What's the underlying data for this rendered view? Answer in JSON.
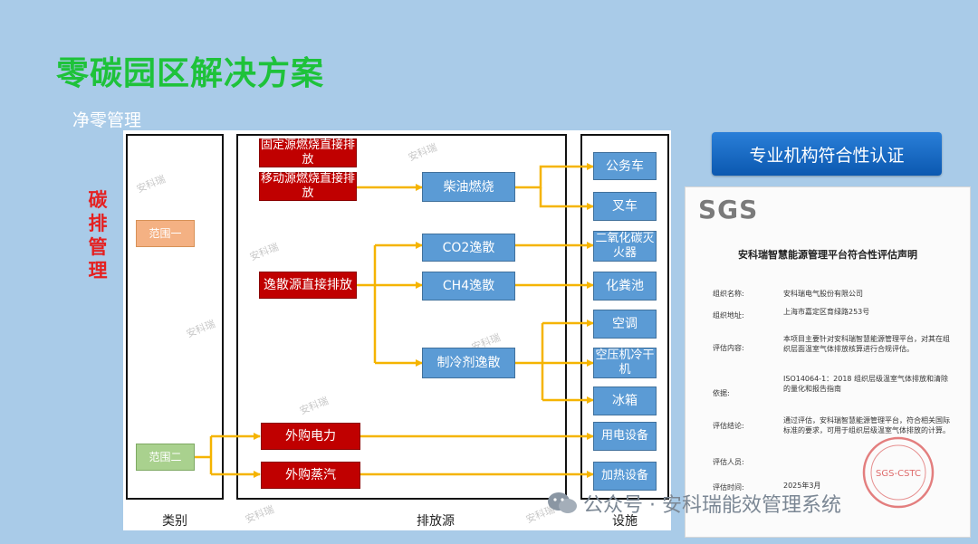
{
  "title": "零碳园区解决方案",
  "subtitle": "净零管理",
  "side_label": [
    "碳",
    "排",
    "管",
    "理"
  ],
  "scopes": {
    "scope1": "范围一",
    "scope2": "范围二"
  },
  "sources": {
    "fixed": "固定源燃烧直接排放",
    "mobile": "移动源燃烧直接排放",
    "fugitive": "逸散源直接排放",
    "purchased_power": "外购电力",
    "purchased_steam": "外购蒸汽"
  },
  "processes": {
    "diesel": "柴油燃烧",
    "co2": "CO2逸散",
    "ch4": "CH4逸散",
    "refrigerant": "制冷剂逸散"
  },
  "facilities": {
    "official_car": "公务车",
    "forklift": "叉车",
    "extinguisher": "二氧化碳灭火器",
    "septic": "化粪池",
    "ac": "空调",
    "dryer": "空压机冷干机",
    "fridge": "冰箱",
    "power_equipment": "用电设备",
    "heating_equipment": "加热设备"
  },
  "footer": {
    "category": "类别",
    "source": "排放源",
    "facility": "设施"
  },
  "watermark": "安科瑞",
  "cert": {
    "title": "专业机构符合性认证",
    "logo": "SGS",
    "doc_title": "安科瑞智慧能源管理平台符合性评估声明",
    "org_label": "组织名称:",
    "org_value": "安科瑞电气股份有限公司",
    "addr_label": "组织地址:",
    "addr_value": "上海市嘉定区育绿路253号",
    "content_label": "评估内容:",
    "content_value": "本项目主要针对安科瑞智慧能源管理平台，对其在组织层面温室气体排放核算进行合规评估。",
    "basis_label": "依据:",
    "basis_value": "ISO14064-1：2018 组织层级温室气体排放和清除的量化和报告指南",
    "conclusion_label": "评估结论:",
    "conclusion_value": "通过评估，安科瑞智慧能源管理平台，符合相关国际标准的要求，可用于组织层级温室气体排放的计算。",
    "assessor_label": "评估人员:",
    "time_label": "评估时间:",
    "time_value": "2025年3月",
    "stamp_text": "SGS-CSTC"
  },
  "wechat_caption": "公众号 · 安科瑞能效管理系统",
  "colors": {
    "title": "#1ec23a",
    "red": "#c00000",
    "blue": "#5b9bd5",
    "arrow": "#f5b400"
  }
}
